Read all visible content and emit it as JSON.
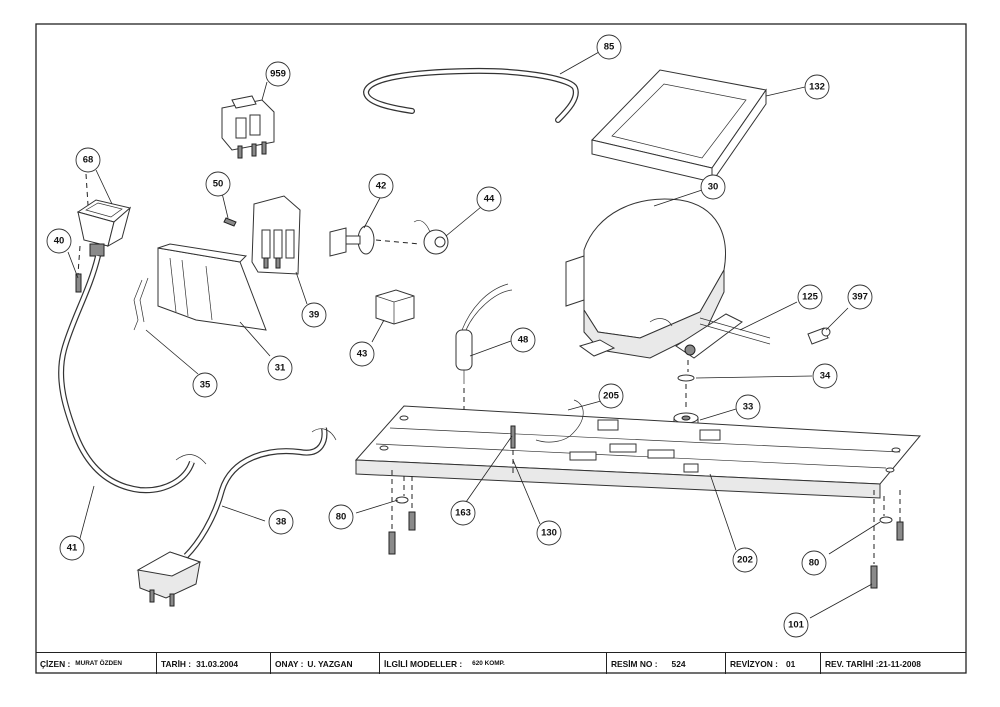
{
  "callouts": {
    "c959": "959",
    "c85": "85",
    "c132": "132",
    "c68": "68",
    "c50": "50",
    "c42": "42",
    "c44": "44",
    "c30": "30",
    "c40": "40",
    "c39": "39",
    "c31": "31",
    "c35": "35",
    "c43": "43",
    "c48": "48",
    "c125": "125",
    "c397": "397",
    "c34": "34",
    "c205": "205",
    "c33": "33",
    "c80a": "80",
    "c163": "163",
    "c130": "130",
    "c38": "38",
    "c41": "41",
    "c202": "202",
    "c80b": "80",
    "c101": "101"
  },
  "titleblock": {
    "cizen_label": "ÇİZEN :",
    "cizen_value": "MURAT ÖZDEN",
    "tarih_label": "TARİH :",
    "tarih_value": "31.03.2004",
    "onay_label": "ONAY :",
    "onay_value": "U. YAZGAN",
    "modeller_label": "İLGİLİ MODELLER :",
    "modeller_value": "620 KOMP.",
    "resim_label": "RESİM NO :",
    "resim_value": "524",
    "revizyon_label": "REVİZYON :",
    "revizyon_value": "01",
    "revtarih_label": "REV. TARİHİ :",
    "revtarih_value": "21-11-2008"
  }
}
